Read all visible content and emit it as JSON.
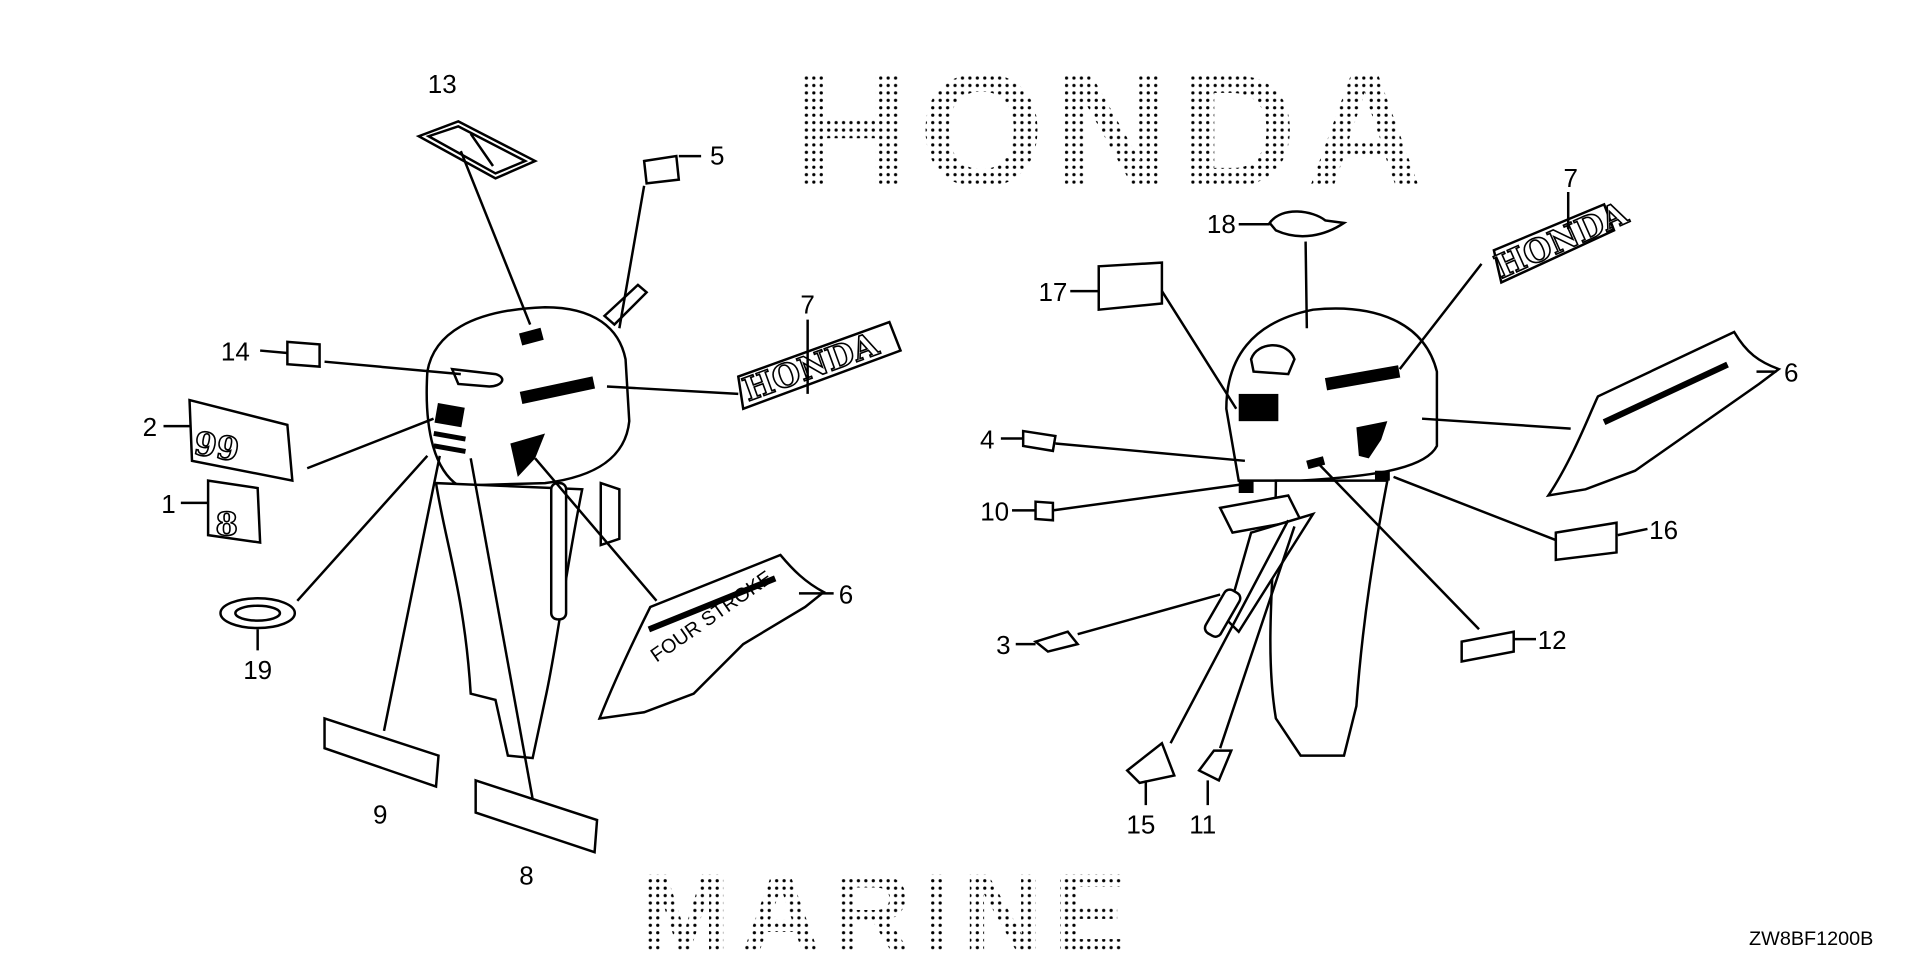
{
  "diagram": {
    "figure_code": "ZW8BF1200B",
    "watermark": [
      "HONDA",
      "MARINE"
    ],
    "callouts": {
      "c13": "13",
      "c5": "5",
      "c7a": "7",
      "c14": "14",
      "c2": "2",
      "c1": "1",
      "c19": "19",
      "c9": "9",
      "c8": "8",
      "c6a": "6",
      "c18": "18",
      "c17": "17",
      "c7b": "7",
      "c6b": "6",
      "c4": "4",
      "c10": "10",
      "c16": "16",
      "c3": "3",
      "c12": "12",
      "c15": "15",
      "c11": "11"
    },
    "decals": {
      "model_99": "99",
      "model_8": "8",
      "honda_logo": "HONDA",
      "four_stroke": "FOUR STROKE"
    }
  }
}
